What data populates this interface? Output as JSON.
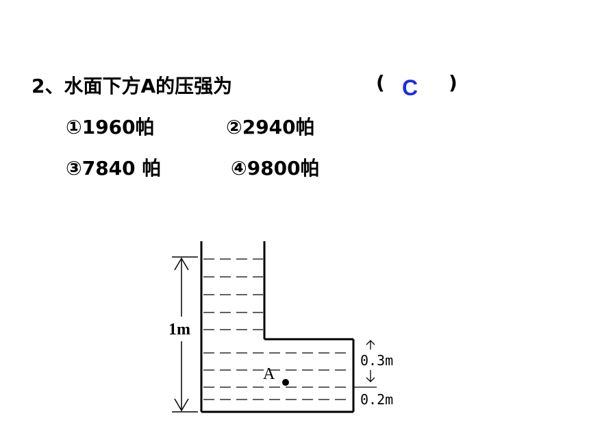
{
  "question": {
    "text": "2、水面下方A的压强为",
    "bracket_open": "(",
    "bracket_close": ")",
    "answer": "C",
    "answer_color": "#1a2ee6"
  },
  "options": [
    {
      "label": "①1960帕"
    },
    {
      "label": "②2940帕"
    },
    {
      "label": "③7840 帕"
    },
    {
      "label": "④9800帕"
    }
  ],
  "diagram": {
    "height_label": "1m",
    "upper_depth_label": "0.3m",
    "lower_depth_label": "0.2m",
    "point_label": "A"
  }
}
